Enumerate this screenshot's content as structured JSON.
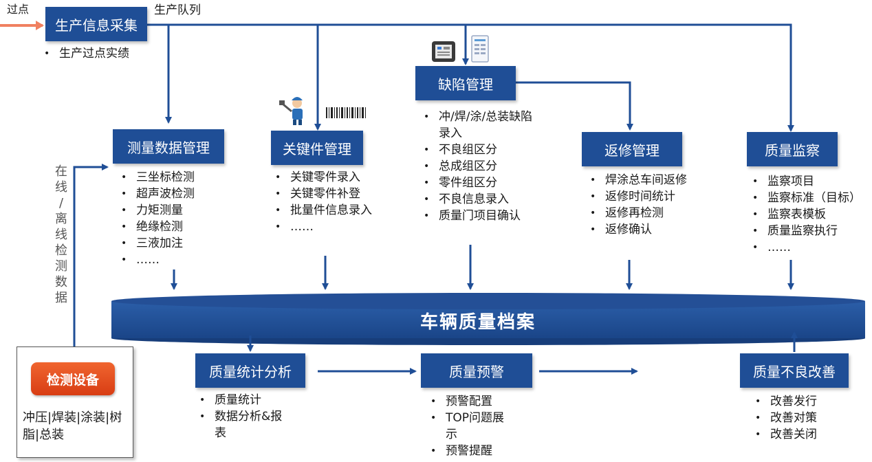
{
  "labels": {
    "pass_point": "过点",
    "production_queue": "生产队列"
  },
  "info_collect": {
    "title": "生产信息采集",
    "items": [
      "生产过点实绩"
    ]
  },
  "measure": {
    "title": "测量数据管理",
    "items": [
      "三坐标检测",
      "超声波检测",
      "力矩测量",
      "绝缘检测",
      "三液加注",
      "……"
    ]
  },
  "key_parts": {
    "title": "关键件管理",
    "items": [
      "关键零件录入",
      "关键零件补登",
      "批量件信息录入",
      "……"
    ]
  },
  "defect": {
    "title": "缺陷管理",
    "items": [
      "冲/焊/涂/总装缺陷",
      "录入",
      "不良组区分",
      "总成组区分",
      "零件组区分",
      "不良信息录入",
      "质量门项目确认"
    ]
  },
  "rework": {
    "title": "返修管理",
    "items": [
      "焊涂总车间返修",
      "返修时间统计",
      "返修再检测",
      "返修确认"
    ]
  },
  "inspection": {
    "title": "质量监察",
    "items": [
      "监察项目",
      "监察标准（目标）",
      "监察表模板",
      "质量监察执行",
      "……"
    ]
  },
  "archive": {
    "title": "车辆质量档案"
  },
  "stats": {
    "title": "质量统计分析",
    "items": [
      "质量统计",
      "数据分析&报",
      "表"
    ]
  },
  "warning": {
    "title": "质量预警",
    "items": [
      "预警配置",
      "TOP问题展",
      "示",
      "预警提醒"
    ]
  },
  "improve": {
    "title": "质量不良改善",
    "items": [
      "改善发行",
      "改善对策",
      "改善关闭"
    ]
  },
  "side_label": [
    "在",
    "线",
    "/",
    "离",
    "线",
    "检",
    "测",
    "数",
    "据"
  ],
  "equipment": {
    "title": "检测设备",
    "desc": "冲压|焊装|涂装|树脂|总装"
  },
  "colors": {
    "box_blue": "#1f4e96",
    "arrow_blue": "#1f4e96",
    "input_arrow": "#f08060",
    "button_orange": "#e8501f"
  }
}
